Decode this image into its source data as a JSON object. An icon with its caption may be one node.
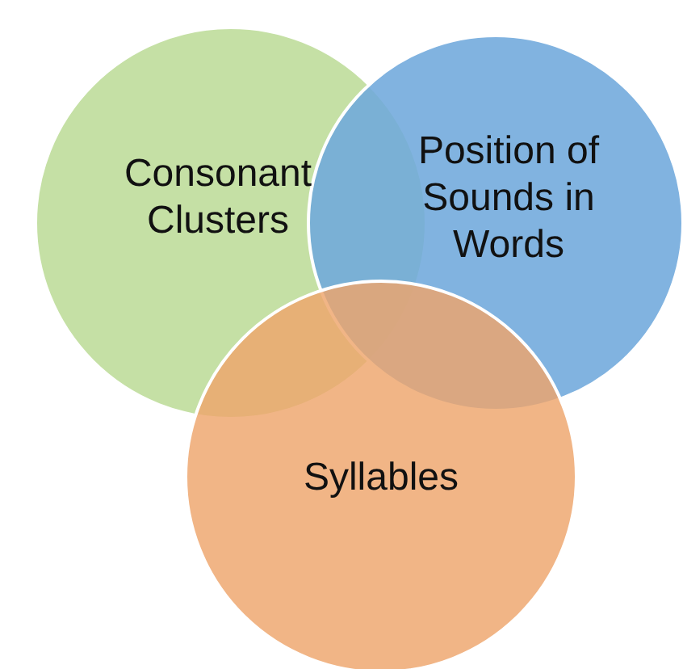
{
  "diagram": {
    "nodes": [
      {
        "text": [
          "Consonant Clusters"
        ]
      },
      {
        "text": [
          "Position of Sounds in Words"
        ]
      },
      {
        "text": [
          "Syllables"
        ]
      }
    ]
  }
}
